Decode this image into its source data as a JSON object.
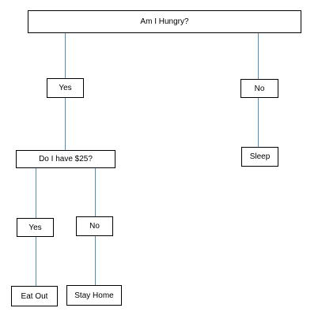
{
  "diagram": {
    "line_color": "#4f8fc0",
    "border_color": "#000000",
    "nodes": {
      "root": "Am I Hungry?",
      "yes": "Yes",
      "no": "No",
      "have_25": "Do I have $25?",
      "sleep": "Sleep",
      "yes_25": "Yes",
      "no_25": "No",
      "eat_out": "Eat Out",
      "stay_home": "Stay Home"
    }
  }
}
